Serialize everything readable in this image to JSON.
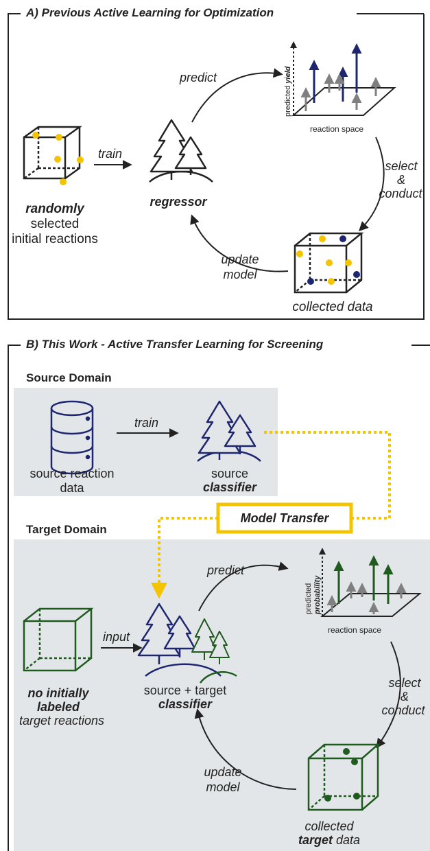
{
  "panelA": {
    "title": "A) Previous Active Learning for Optimization",
    "train": "train",
    "predict": "predict",
    "select": "select",
    "amp": "&",
    "conduct": "conduct",
    "update1": "update",
    "update2": "model",
    "init_line1": "randomly",
    "init_line2": "selected",
    "init_line3": "initial reactions",
    "regressor": "regressor",
    "collected": "collected data",
    "axis_pre": "predicted ",
    "axis_bold": "yield",
    "reaction_space": "reaction space"
  },
  "panelB": {
    "title": "B) This Work - Active Transfer Learning for Screening",
    "source_domain": "Source Domain",
    "target_domain": "Target Domain",
    "train": "train",
    "source_data_1": "source reaction",
    "source_data_2": "data",
    "source_clf_1": "source",
    "source_clf_2": "classifier",
    "model_transfer": "Model Transfer",
    "input": "input",
    "predict": "predict",
    "select": "select",
    "amp": "&",
    "conduct": "conduct",
    "update1": "update",
    "update2": "model",
    "none_1": "no initially",
    "none_2": "labeled",
    "none_3": "target reactions",
    "st_1": "source + target",
    "st_2": "classifier",
    "collected_1": "collected",
    "collected_2a": "target",
    "collected_2b": " data",
    "axis_pre": "predicted",
    "axis_bold": "probability",
    "reaction_space": "reaction space"
  },
  "colors": {
    "yellow": "#f5c400",
    "navy": "#1f2670",
    "green": "#1f5a1f",
    "gray": "#808080",
    "panel_bg": "#e3e6e8"
  }
}
